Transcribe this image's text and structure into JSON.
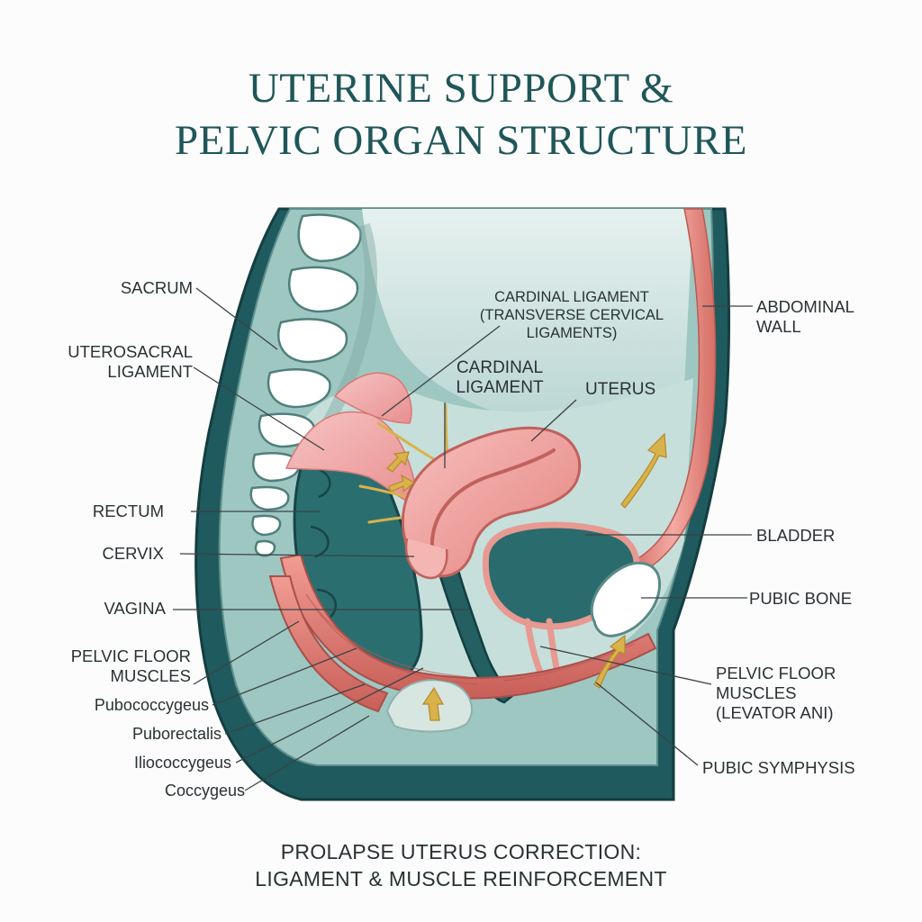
{
  "title": {
    "line1": "UTERINE SUPPORT &",
    "line2": "PELVIC ORGAN STRUCTURE"
  },
  "footer": {
    "line1": "PROLAPSE UTERUS CORRECTION:",
    "line2": "LIGAMENT & MUSCLE REINFORCEMENT"
  },
  "labels": {
    "sacrum": "SACRUM",
    "uterosacral": "UTEROSACRAL\nLIGAMENT",
    "rectum": "RECTUM",
    "cervix": "CERVIX",
    "vagina": "VAGINA",
    "pelvic_floor_left": "PELVIC FLOOR\nMUSCLES",
    "pubococcygeus": "Pubococcygeus",
    "puborectalis": "Puborectalis",
    "iliococcygeus": "Iliococcygeus",
    "coccygeus": "Coccygeus",
    "cardinal_full": "CARDINAL LIGAMENT\n(TRANSVERSE CERVICAL\nLIGAMENTS)",
    "cardinal_short": "CARDINAL\nLIGAMENT",
    "uterus": "UTERUS",
    "abdominal_wall": "ABDOMINAL\nWALL",
    "bladder": "BLADDER",
    "pubic_bone": "PUBIC BONE",
    "pelvic_floor_right": "PELVIC FLOOR\nMUSCLES\n(LEVATOR ANI)",
    "pubic_symphysis": "PUBIC SYMPHYSIS"
  },
  "colors": {
    "teal_dark": "#1f5a5e",
    "teal_mid": "#8fbfbb",
    "teal_light": "#cfe3df",
    "muscle": "#e07b72",
    "ligament": "#f0a7a8",
    "uterus": "#f2a9a6",
    "arrow": "#d8b24a",
    "bone": "#ffffff"
  }
}
